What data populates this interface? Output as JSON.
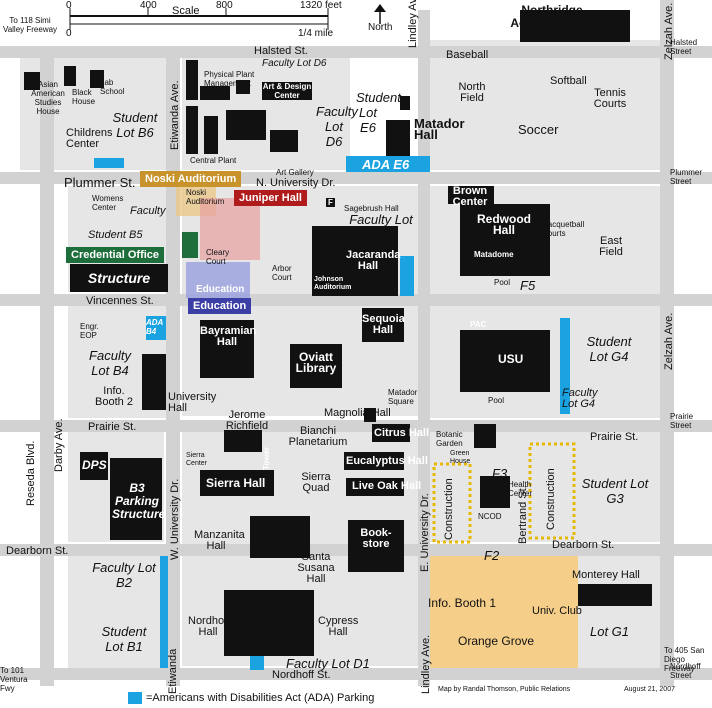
{
  "colors": {
    "road": "#d9d9d9",
    "grass": "#e6e6e6",
    "building": "#111111",
    "ada": "#1aa3e0",
    "orange": "#f5cf8a",
    "noski": "#c8932a",
    "credential": "#1e6e3b",
    "juniper": "#b01b1b",
    "education": "#3b3fa5",
    "education_tint": "#9aa0e0"
  },
  "scale": {
    "title": "Scale",
    "t0": "0",
    "t400": "400",
    "t800": "800",
    "t1320": "1320 feet",
    "mile0": "0",
    "mile": "1/4 mile"
  },
  "north": "North",
  "freeways": {
    "simi": "To 118 Simi Valley Freeway",
    "ventura": "To 101 Ventura Fwy",
    "sandiego": "To 405 San Diego Freeway"
  },
  "streets": {
    "halsted": "Halsted St.",
    "halsted_r": "Halsted Street",
    "plummer": "Plummer St.",
    "plummer_r": "Plummer Street",
    "n_univ": "N. University Dr.",
    "vincennes": "Vincennes St.",
    "prairie": "Prairie St.",
    "prairie_e": "Prairie St.",
    "prairie_r": "Prairie Street",
    "dearborn": "Dearborn St.",
    "dearborn_e": "Dearborn St.",
    "nordhoff": "Nordhoff St.",
    "nordhoff_r": "Nordhoff Street",
    "lindley_top": "Lindley Ave.",
    "lindley_bot": "Lindley Ave.",
    "zelzah_top": "Zelzah Ave.",
    "zelzah_mid": "Zelzah Ave.",
    "reseda": "Reseda Blvd.",
    "darby": "Darby Ave.",
    "etiwanda_top": "Etiwanda Ave.",
    "etiwanda_bot": "Etiwanda",
    "w_univ": "W. University Dr.",
    "e_univ": "E. University Dr.",
    "bertrand": "Bertrand St."
  },
  "badges": {
    "noski": "Noski Auditorium",
    "juniper": "Juniper Hall",
    "credential": "Credential Office",
    "education": "Education",
    "education_small": "Education"
  },
  "lots": {
    "b6": "Student Lot B6",
    "d6": "Faculty Lot D6",
    "d6_top": "Faculty Lot D6",
    "e6": "Student Lot E6",
    "ada_e6": "ADA E6",
    "b5": "Student B5",
    "faculty_b5": "Faculty",
    "structure": "Structure",
    "e5": "Faculty Lot E5",
    "f5": "F5",
    "b4": "Faculty Lot B4",
    "ada_b4": "ADA B4",
    "g4": "Student Lot G4",
    "fg4": "Faculty Lot G4",
    "b3": "B3 Parking Structure",
    "g3": "Student Lot G3",
    "f3": "F3",
    "f2": "F2",
    "b2": "Faculty Lot B2",
    "b1": "Student Lot B1",
    "d1": "Faculty Lot D1",
    "g1": "Lot G1"
  },
  "buildings": {
    "asian": "Asian American Studies House",
    "black": "Black House",
    "lab": "Lab School",
    "children": "Childrens Center",
    "physical": "Physical Plant Management",
    "artdesign": "Art & Design Center",
    "central": "Central Plant",
    "artgallery": "Art Gallery",
    "matador": "Matador Hall",
    "northridge": "Northridge Academy High School",
    "baseball": "Baseball",
    "softball": "Softball",
    "northfield": "North Field",
    "tennis": "Tennis Courts",
    "soccer": "Soccer",
    "womens": "Womens Center",
    "noski_small": "Noski Auditorium",
    "sagebrush": "Sagebrush Hall",
    "cleary": "Cleary Court",
    "arbor": "Arbor Court",
    "jacaranda": "Jacaranda Hall",
    "johnson": "Johnson Auditorium",
    "brown": "Brown Center",
    "redwood": "Redwood Hall",
    "matadome": "Matadome",
    "racquetball": "Racquetball Courts",
    "eastfield": "East Field",
    "pool1": "Pool",
    "engr": "Engr. EOP",
    "bayramian": "Bayramian Hall",
    "oviatt": "Oviatt Library",
    "sequoia": "Sequoia Hall",
    "pac": "PAC",
    "usu": "USU",
    "pool2": "Pool",
    "infobooth2": "Info. Booth 2",
    "university": "University Hall",
    "jerome": "Jerome Richfield Hall",
    "tower": "Tower",
    "sierra_center": "Sierra Center",
    "matador_sq": "Matador Square",
    "magnolia": "Magnolia Hall",
    "bianchi": "Bianchi Planetarium",
    "citrus": "Citrus Hall",
    "eucalyptus": "Eucalyptus Hall",
    "liveoak": "Live Oak Hall",
    "botanic": "Botanic Garden",
    "greenhouse": "Green House",
    "dps": "DPS",
    "sierrahall": "Sierra Hall",
    "sierraquad": "Sierra Quad",
    "health": "Health Center",
    "ncod": "NCOD",
    "construction1": "Construction",
    "construction2": "Construction",
    "manzanita": "Manzanita Hall",
    "santasusana": "Santa Susana Hall",
    "bookstore": "Book- store",
    "monterey": "Monterey Hall",
    "univclub": "Univ. Club",
    "infobooth1": "Info. Booth 1",
    "orange": "Orange Grove",
    "nordhoff": "Nordhoff Hall",
    "cypress": "Cypress Hall",
    "f_symbol": "F"
  },
  "legend": "=Americans with Disabilities Act (ADA) Parking",
  "credit": "Map by Randal Thomson, Public Relations",
  "date": "August 21, 2007"
}
